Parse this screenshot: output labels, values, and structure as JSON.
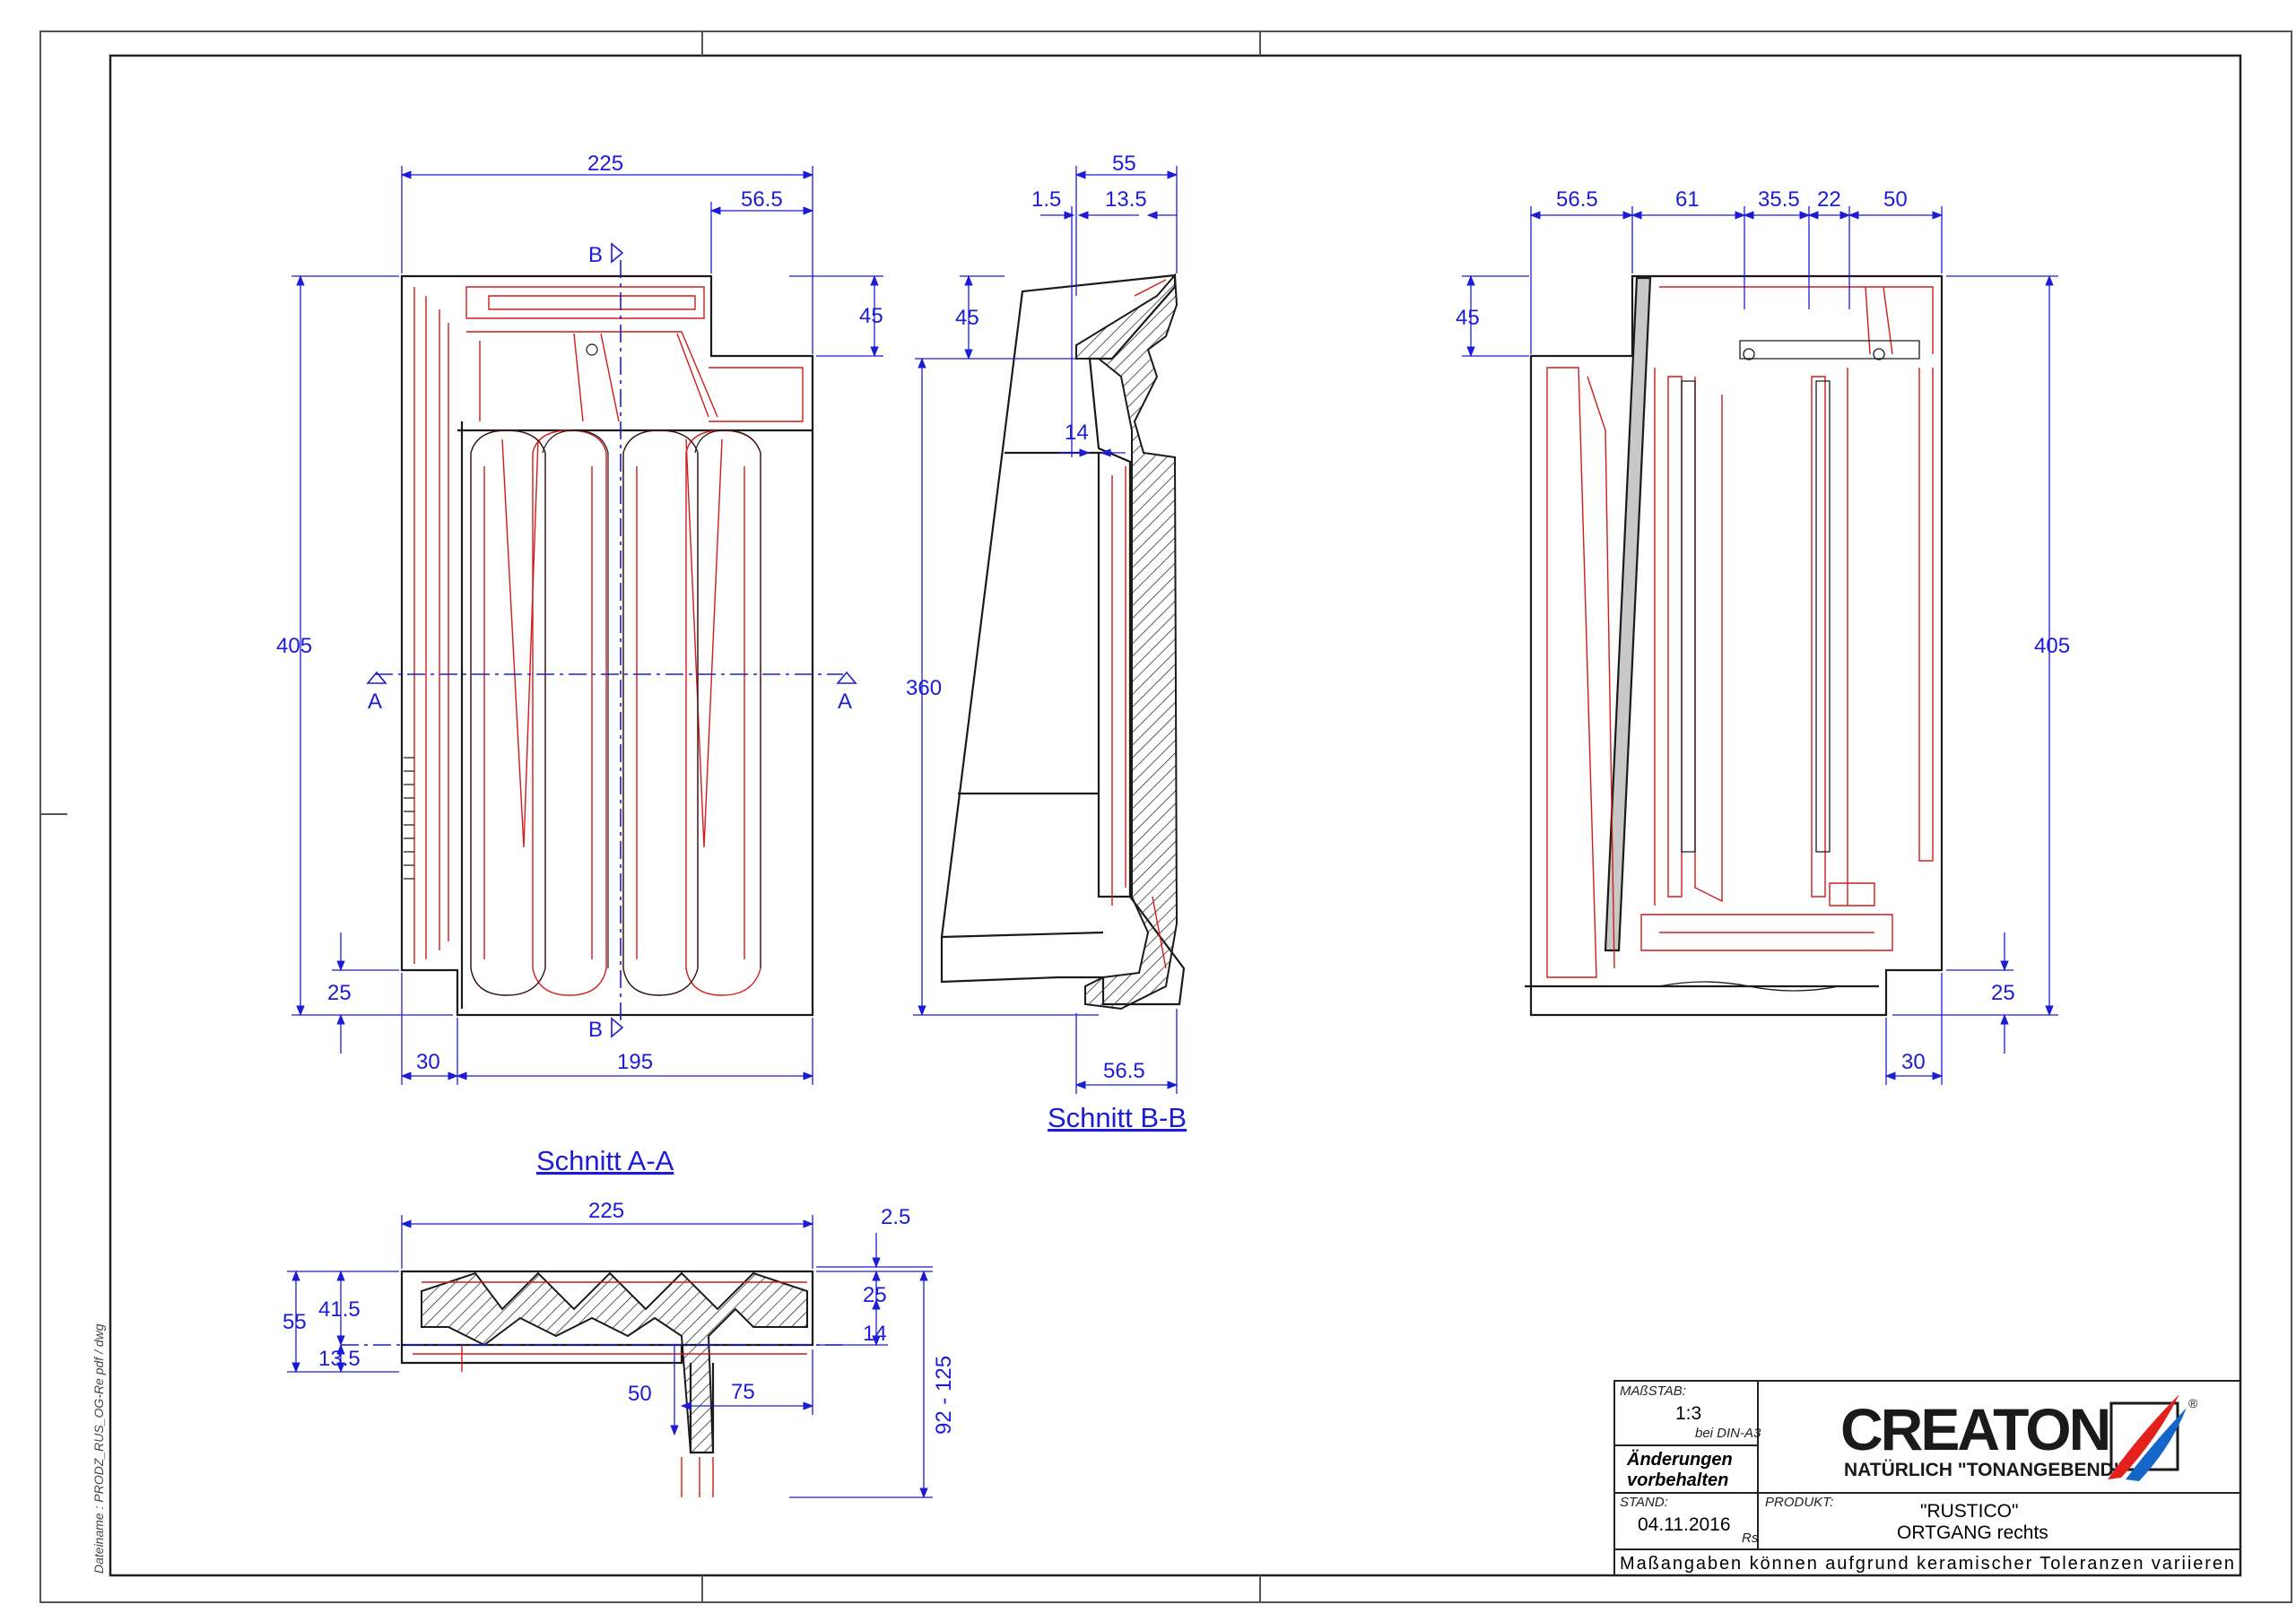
{
  "drawing": {
    "file_name": "Dateiname : PRODZ_RUS_OG-Re pdf / dwg",
    "section_titles": {
      "aa": "Schnitt A-A",
      "bb": "Schnitt B-B"
    },
    "markers": {
      "a": "A",
      "b": "B"
    },
    "front_view": {
      "dims": {
        "width_total": "225",
        "width_right": "56.5",
        "height_total": "405",
        "top_offset": "45",
        "bottom_offset": "25",
        "left_width": "30",
        "main_width": "195"
      }
    },
    "section_bb": {
      "dims": {
        "top_total": "55",
        "small_a": "1.5",
        "small_b": "13.5",
        "top_offset": "45",
        "inner": "14",
        "height": "360",
        "bottom_width": "56.5"
      }
    },
    "back_view": {
      "dims": {
        "seg1": "56.5",
        "seg2": "61",
        "seg3": "35.5",
        "seg4": "22",
        "seg5": "50",
        "top_offset": "45",
        "height_total": "405",
        "bottom_offset": "25",
        "bottom_width": "30"
      }
    },
    "section_aa": {
      "dims": {
        "width_total": "225",
        "gap": "2.5",
        "height_total": "55",
        "height_a": "41.5",
        "height_b": "13.5",
        "right_a": "25",
        "right_b": "14",
        "depth": "50",
        "foot": "75",
        "range": "92 - 125"
      }
    }
  },
  "title_block": {
    "scale_label": "MAßSTAB:",
    "scale_value": "1:3",
    "scale_note": "bei DIN-A3",
    "changes": "Änderungen vorbehalten",
    "stand_label": "STAND:",
    "stand_value": "04.11.2016",
    "stand_initials": "Rs",
    "product_label": "PRODUKT:",
    "product_name": "\"RUSTICO\"",
    "product_variant": "ORTGANG rechts",
    "footer": "Maßangaben können aufgrund keramischer Toleranzen variieren",
    "brand": "CREATON",
    "slogan": "NATÜRLICH \"TONANGEBEND\"",
    "registered": "®"
  },
  "colors": {
    "dimension": "#1c1cd6",
    "outline": "#1a1a1a",
    "detail": "#d21b1b",
    "hatch_fill": "#ffffff",
    "logo_red": "#e3201b",
    "logo_blue": "#1467c8"
  }
}
